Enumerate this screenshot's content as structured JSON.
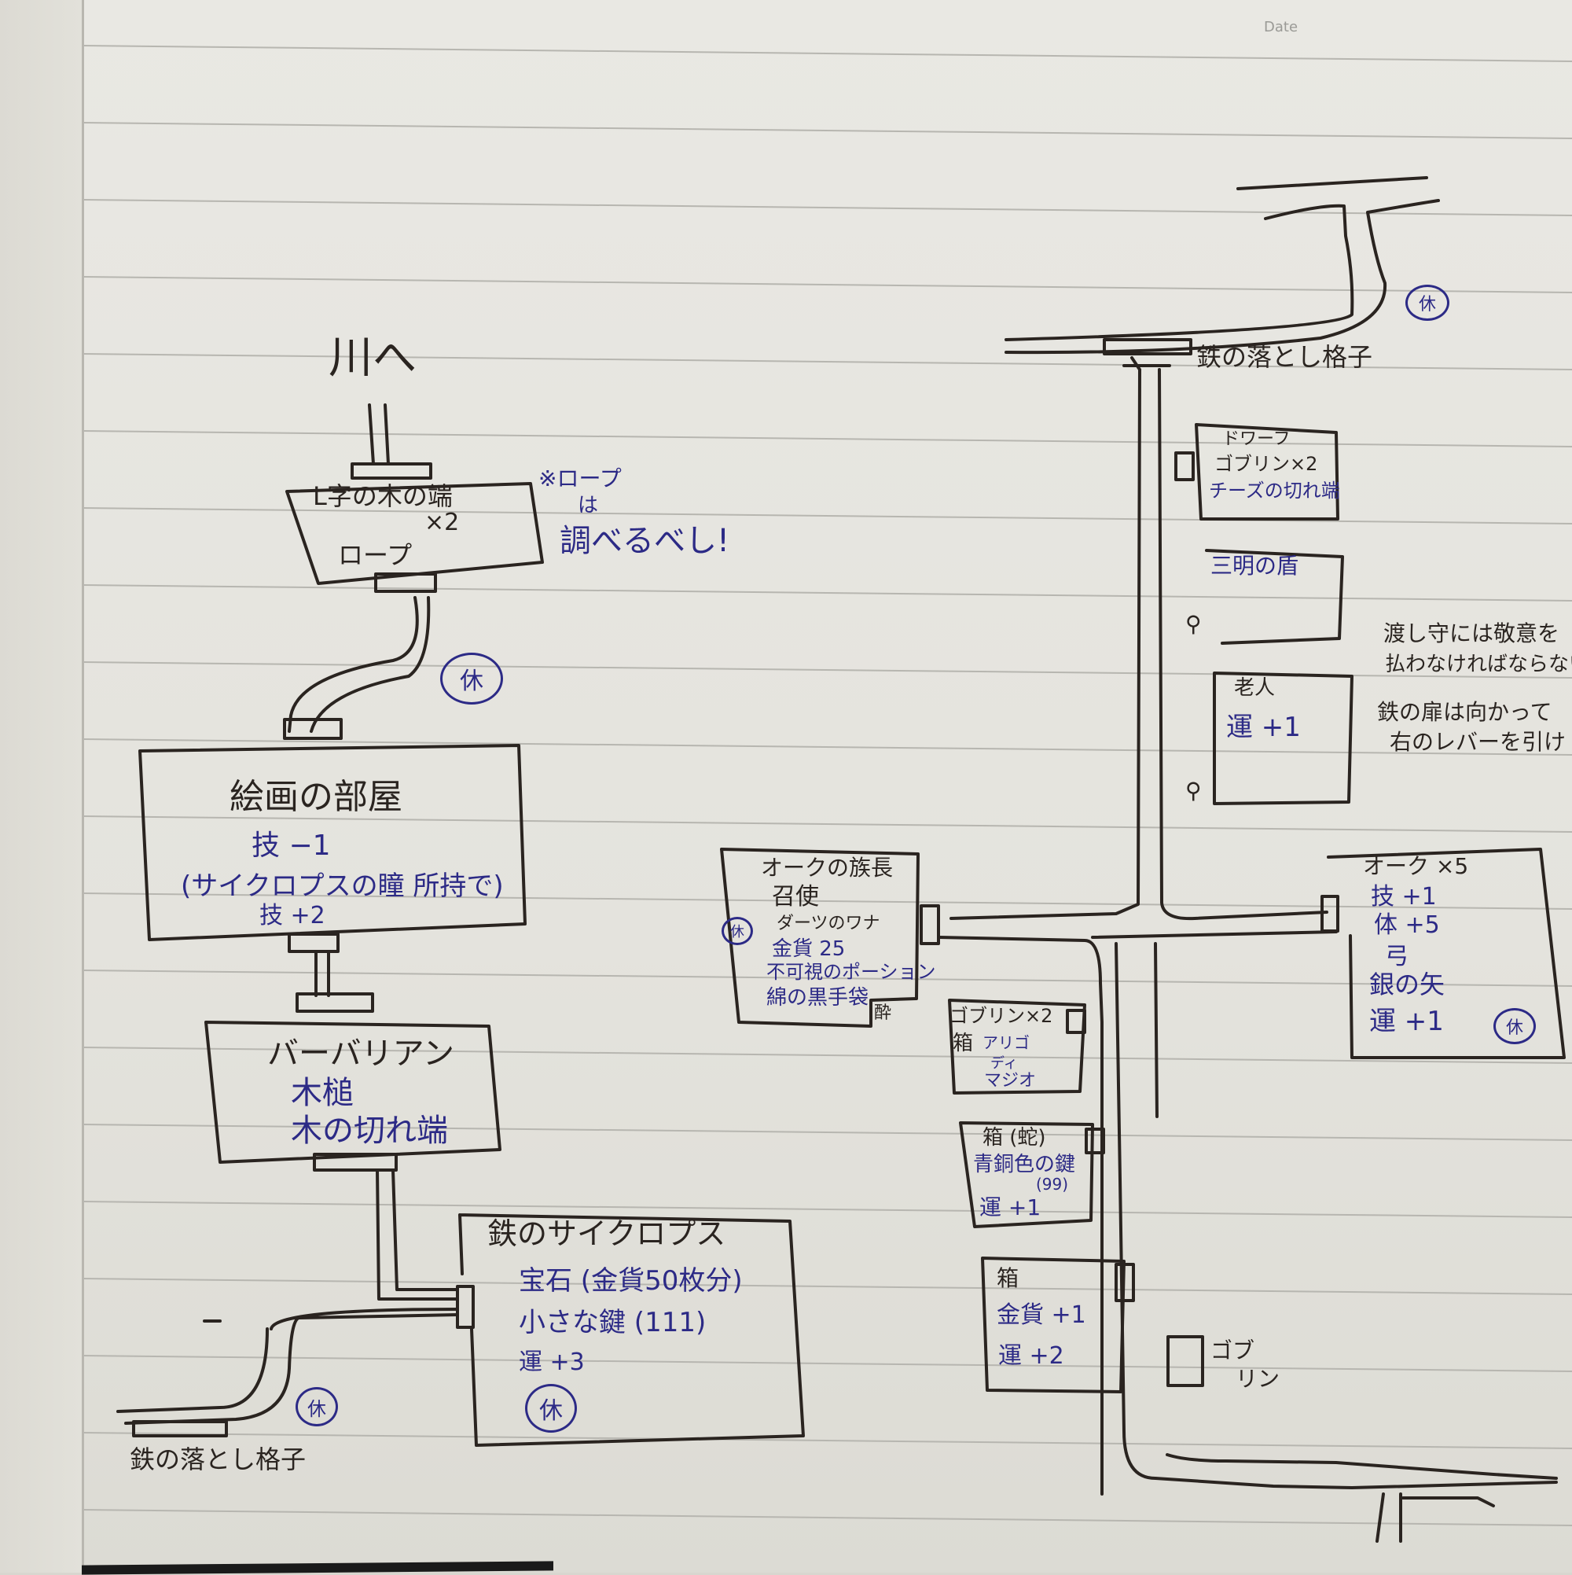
{
  "page": {
    "header_label": "Date",
    "ink_colors": {
      "pencil_black": "#2a2420",
      "pen_blue": "#2c2a86",
      "paper": "#e6e5df",
      "rule_line": "#b4b3ad"
    }
  },
  "left_map": {
    "exit_north": "川へ",
    "top_room": {
      "items": [
        "L字の木の端",
        "×2",
        "ロープ"
      ],
      "note": [
        "※ロープ",
        "は",
        "調べるべし!"
      ]
    },
    "rest_marks": [
      "休",
      "休",
      "休"
    ],
    "painting_room": {
      "title": "絵画の部屋",
      "effects": [
        "技 −1",
        "(サイクロプスの瞳 所持で)",
        "技 +2"
      ]
    },
    "barbarian_room": {
      "title": "バーバリアン",
      "loot": [
        "木槌",
        "木の切れ端"
      ]
    },
    "cyclops_room": {
      "title": "鉄のサイクロプス",
      "loot": [
        "宝石 (金貨50枚分)",
        "小さな鍵 (111)",
        "運 +3"
      ]
    },
    "portcullis_label": "鉄の落とし格子"
  },
  "right_map": {
    "portcullis_label": "鉄の落とし格子",
    "rest_mark": "休",
    "dwarf_room": {
      "lines": [
        "ドワーフ",
        "ゴブリン×2",
        "チーズの切れ端"
      ]
    },
    "shield_room": {
      "lines": [
        "三明の盾"
      ]
    },
    "old_man_room": {
      "lines": [
        "老人",
        "運 +1"
      ]
    },
    "hint_notes": [
      "渡し守には敬意を",
      "払わなければならない",
      "鉄の扉は向かって",
      "右のレバーを引け"
    ],
    "orc_chief_room": {
      "lines": [
        "オークの族長",
        "召使",
        "ダーツのワナ",
        "金貨 25",
        "不可視のポーション",
        "綿の黒手袋"
      ],
      "alcove_label": "酔",
      "rest_mark": "休"
    },
    "goblin_room": {
      "lines": [
        "ゴブリン×2",
        "箱",
        "アリゴ",
        "ディ",
        "マジオ"
      ]
    },
    "snake_box_room": {
      "lines": [
        "箱 (蛇)",
        "青銅色の鍵",
        "(99)",
        "運 +1"
      ]
    },
    "box_room": {
      "lines": [
        "箱",
        "金貨 +1",
        "運 +2"
      ]
    },
    "goblin_label": [
      "ゴブ",
      "リン"
    ],
    "orc_room": {
      "lines": [
        "オーク ×5",
        "技 +1",
        "体 +5",
        "弓",
        "銀の矢",
        "運 +1"
      ],
      "rest_mark": "休"
    }
  }
}
